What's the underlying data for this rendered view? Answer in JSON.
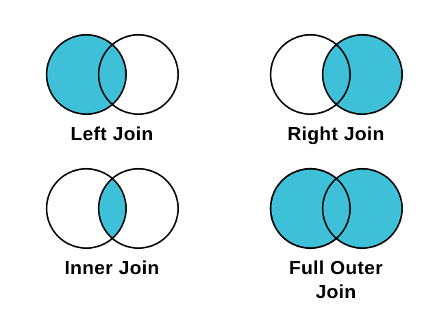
{
  "page": {
    "description": "SQL join types illustrated with Venn diagrams"
  },
  "colors": {
    "background": "#ffffff",
    "fill": "#3ec0d8",
    "stroke": "#000000",
    "label": "#000000"
  },
  "diagrams": [
    {
      "id": "left-join",
      "label": "Left Join",
      "filled_region": "left circle including intersection"
    },
    {
      "id": "right-join",
      "label": "Right Join",
      "filled_region": "right circle including intersection"
    },
    {
      "id": "inner-join",
      "label": "Inner Join",
      "filled_region": "intersection only"
    },
    {
      "id": "full-outer-join",
      "label": "Full Outer Join",
      "filled_region": "both circles including intersection"
    }
  ]
}
